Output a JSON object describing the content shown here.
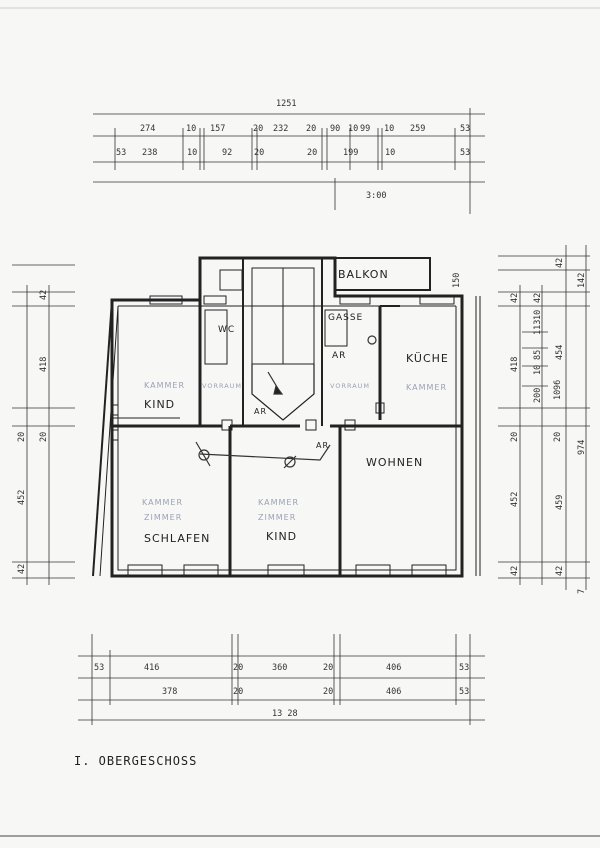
{
  "title": "I. OBERGESCHOSS",
  "top_dims": {
    "total": "1251",
    "row1": [
      "274",
      "10",
      "157",
      "20",
      "232",
      "20",
      "90",
      "10",
      "99",
      "10",
      "259",
      "53"
    ],
    "row2": [
      "53",
      "238",
      "10",
      "92",
      "20",
      "20",
      "199",
      "10",
      "53"
    ],
    "row3": "3:00"
  },
  "bottom_dims": {
    "row1": [
      "53",
      "416",
      "20",
      "360",
      "20",
      "406",
      "53"
    ],
    "row2": [
      "378",
      "20",
      "20",
      "406",
      "53"
    ],
    "total": "13 28"
  },
  "left_dims": [
    "42",
    "418",
    "20",
    "20",
    "452",
    "42"
  ],
  "right_dims": {
    "outer": [
      "42",
      "142",
      "974",
      "7"
    ],
    "inner": [
      "42",
      "418",
      "20",
      "452",
      "42"
    ],
    "detail": [
      "42",
      "10",
      "113",
      "85",
      "10",
      "200",
      "96",
      "10",
      "20",
      "459",
      "42",
      "454",
      "150"
    ]
  },
  "rooms": {
    "balkon": "BALKON",
    "wc": "WC",
    "gase": "GASSE",
    "ar1": "AR",
    "ar2": "AR",
    "ar3": "AR",
    "kueche": "KÜCHE",
    "kind1": "KIND",
    "kind2": "KIND",
    "wohnen": "WOHNEN",
    "schlafen": "SCHLAFEN"
  },
  "faint_labels": {
    "kammer1": "KAMMER",
    "kammer2": "KAMMER",
    "kammer3": "KAMMER",
    "kammer4": "KAMMER",
    "zimmer1": "ZIMMER",
    "zimmer2": "ZIMMER",
    "vorraum": "VORRAUM",
    "vorraum2": "VORRAUM"
  }
}
